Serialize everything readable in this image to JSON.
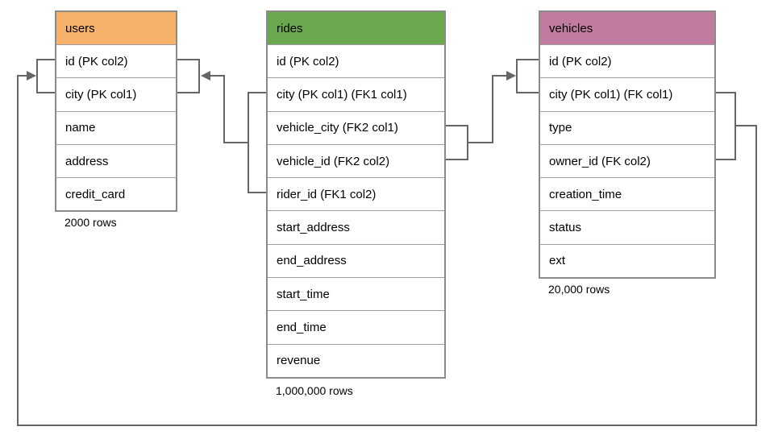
{
  "tables": {
    "users": {
      "title": "users",
      "header_color": "#F6B26B",
      "columns": [
        "id (PK col2)",
        "city (PK col1)",
        "name",
        "address",
        "credit_card"
      ],
      "row_count_label": "2000 rows"
    },
    "rides": {
      "title": "rides",
      "header_color": "#6AA84F",
      "columns": [
        "id (PK col2)",
        "city (PK col1) (FK1 col1)",
        "vehicle_city (FK2 col1)",
        "vehicle_id (FK2 col2)",
        "rider_id (FK1 col2)",
        "start_address",
        "end_address",
        "start_time",
        "end_time",
        "revenue"
      ],
      "row_count_label": "1,000,000 rows"
    },
    "vehicles": {
      "title": "vehicles",
      "header_color": "#C27BA0",
      "columns": [
        "id (PK col2)",
        "city (PK col1) (FK col1)",
        "type",
        "owner_id (FK col2)",
        "creation_time",
        "status",
        "ext"
      ],
      "row_count_label": "20,000 rows"
    }
  },
  "colors": {
    "connector": "#666666",
    "table_border": "#8a8a8a",
    "row_divider": "#9e9e9e",
    "text": "#000000"
  }
}
